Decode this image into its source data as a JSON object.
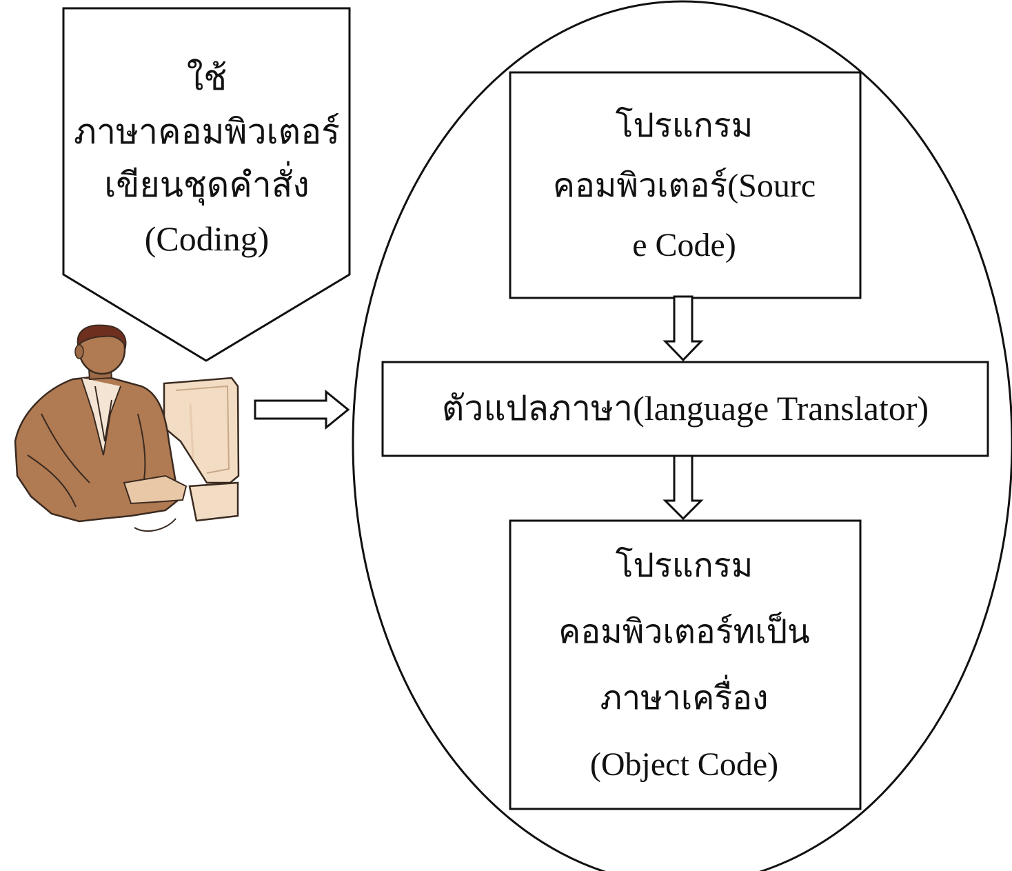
{
  "pentagon": {
    "line1": "ใช้",
    "line2": "ภาษาคอมพิวเตอร์",
    "line3": "เขียนชุดคำสั่ง",
    "line4": "(Coding)"
  },
  "source_box": {
    "line1": "โปรแกรม",
    "line2": "คอมพิวเตอร์(Sourc",
    "line3": "e Code)"
  },
  "translator_box": {
    "label": "ตัวแปลภาษา(language Translator)"
  },
  "object_box": {
    "line1": "โปรแกรม",
    "line2": "คอมพิวเตอร์ทเป็น",
    "line3": "ภาษาเครื่อง",
    "line4": "(Object Code)"
  },
  "colors": {
    "line": "#111111",
    "skin": "#b07a52",
    "hair": "#6e2f1f",
    "monitor": "#f2dcc4"
  },
  "icons": [
    "programmer-icon"
  ]
}
